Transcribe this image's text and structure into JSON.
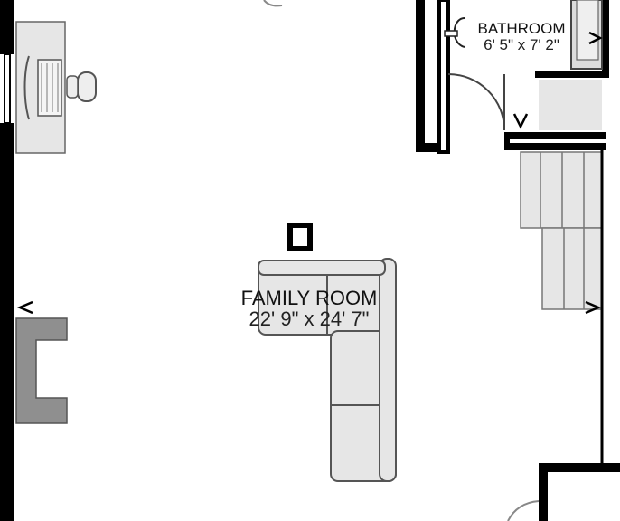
{
  "rooms": {
    "bathroom": {
      "name": "BATHROOM",
      "dimensions": "6' 5\" x 7' 2\""
    },
    "family_room": {
      "name": "FAMILY ROOM",
      "dimensions": "22' 9\" x 24' 7\""
    }
  },
  "colors": {
    "wall": "#000000",
    "fixture_fill": "#e6e6e6",
    "fixture_stroke": "#555555",
    "fireplace": "#8f8f8f",
    "floor": "#ffffff"
  }
}
